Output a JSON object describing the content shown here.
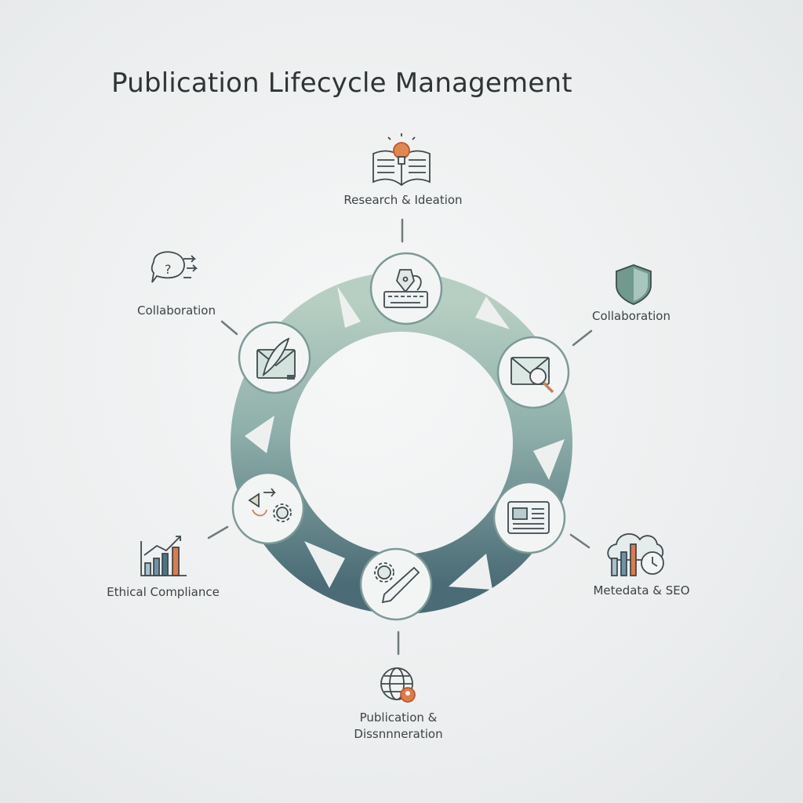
{
  "title": "Publication Lifecycle Management",
  "stages": [
    {
      "label": "Research & Ideation",
      "icon": "book-lightbulb-icon"
    },
    {
      "label": "Collaboration",
      "icon": "shield-icon"
    },
    {
      "label": "Metedata & SEO",
      "icon": "cloud-chart-clock-icon"
    },
    {
      "label_line1": "Publication &",
      "label_line2": "Dissnnneration",
      "icon": "globe-icon"
    },
    {
      "label": "Ethical Compliance",
      "icon": "bar-chart-icon"
    },
    {
      "label": "Collaboration",
      "icon": "speech-bubbles-icon"
    }
  ],
  "ring_nodes": [
    {
      "icon": "pen-nib-keyboard-icon"
    },
    {
      "icon": "envelope-magnifier-icon"
    },
    {
      "icon": "newspaper-icon"
    },
    {
      "icon": "gear-pencil-icon"
    },
    {
      "icon": "arrows-gear-icon"
    },
    {
      "icon": "envelope-feather-icon"
    }
  ],
  "colors": {
    "ring_top": "#a9c2b6",
    "ring_bottom": "#4e6f79",
    "accent_orange": "#e07a4a",
    "accent_teal": "#5f8a86"
  }
}
